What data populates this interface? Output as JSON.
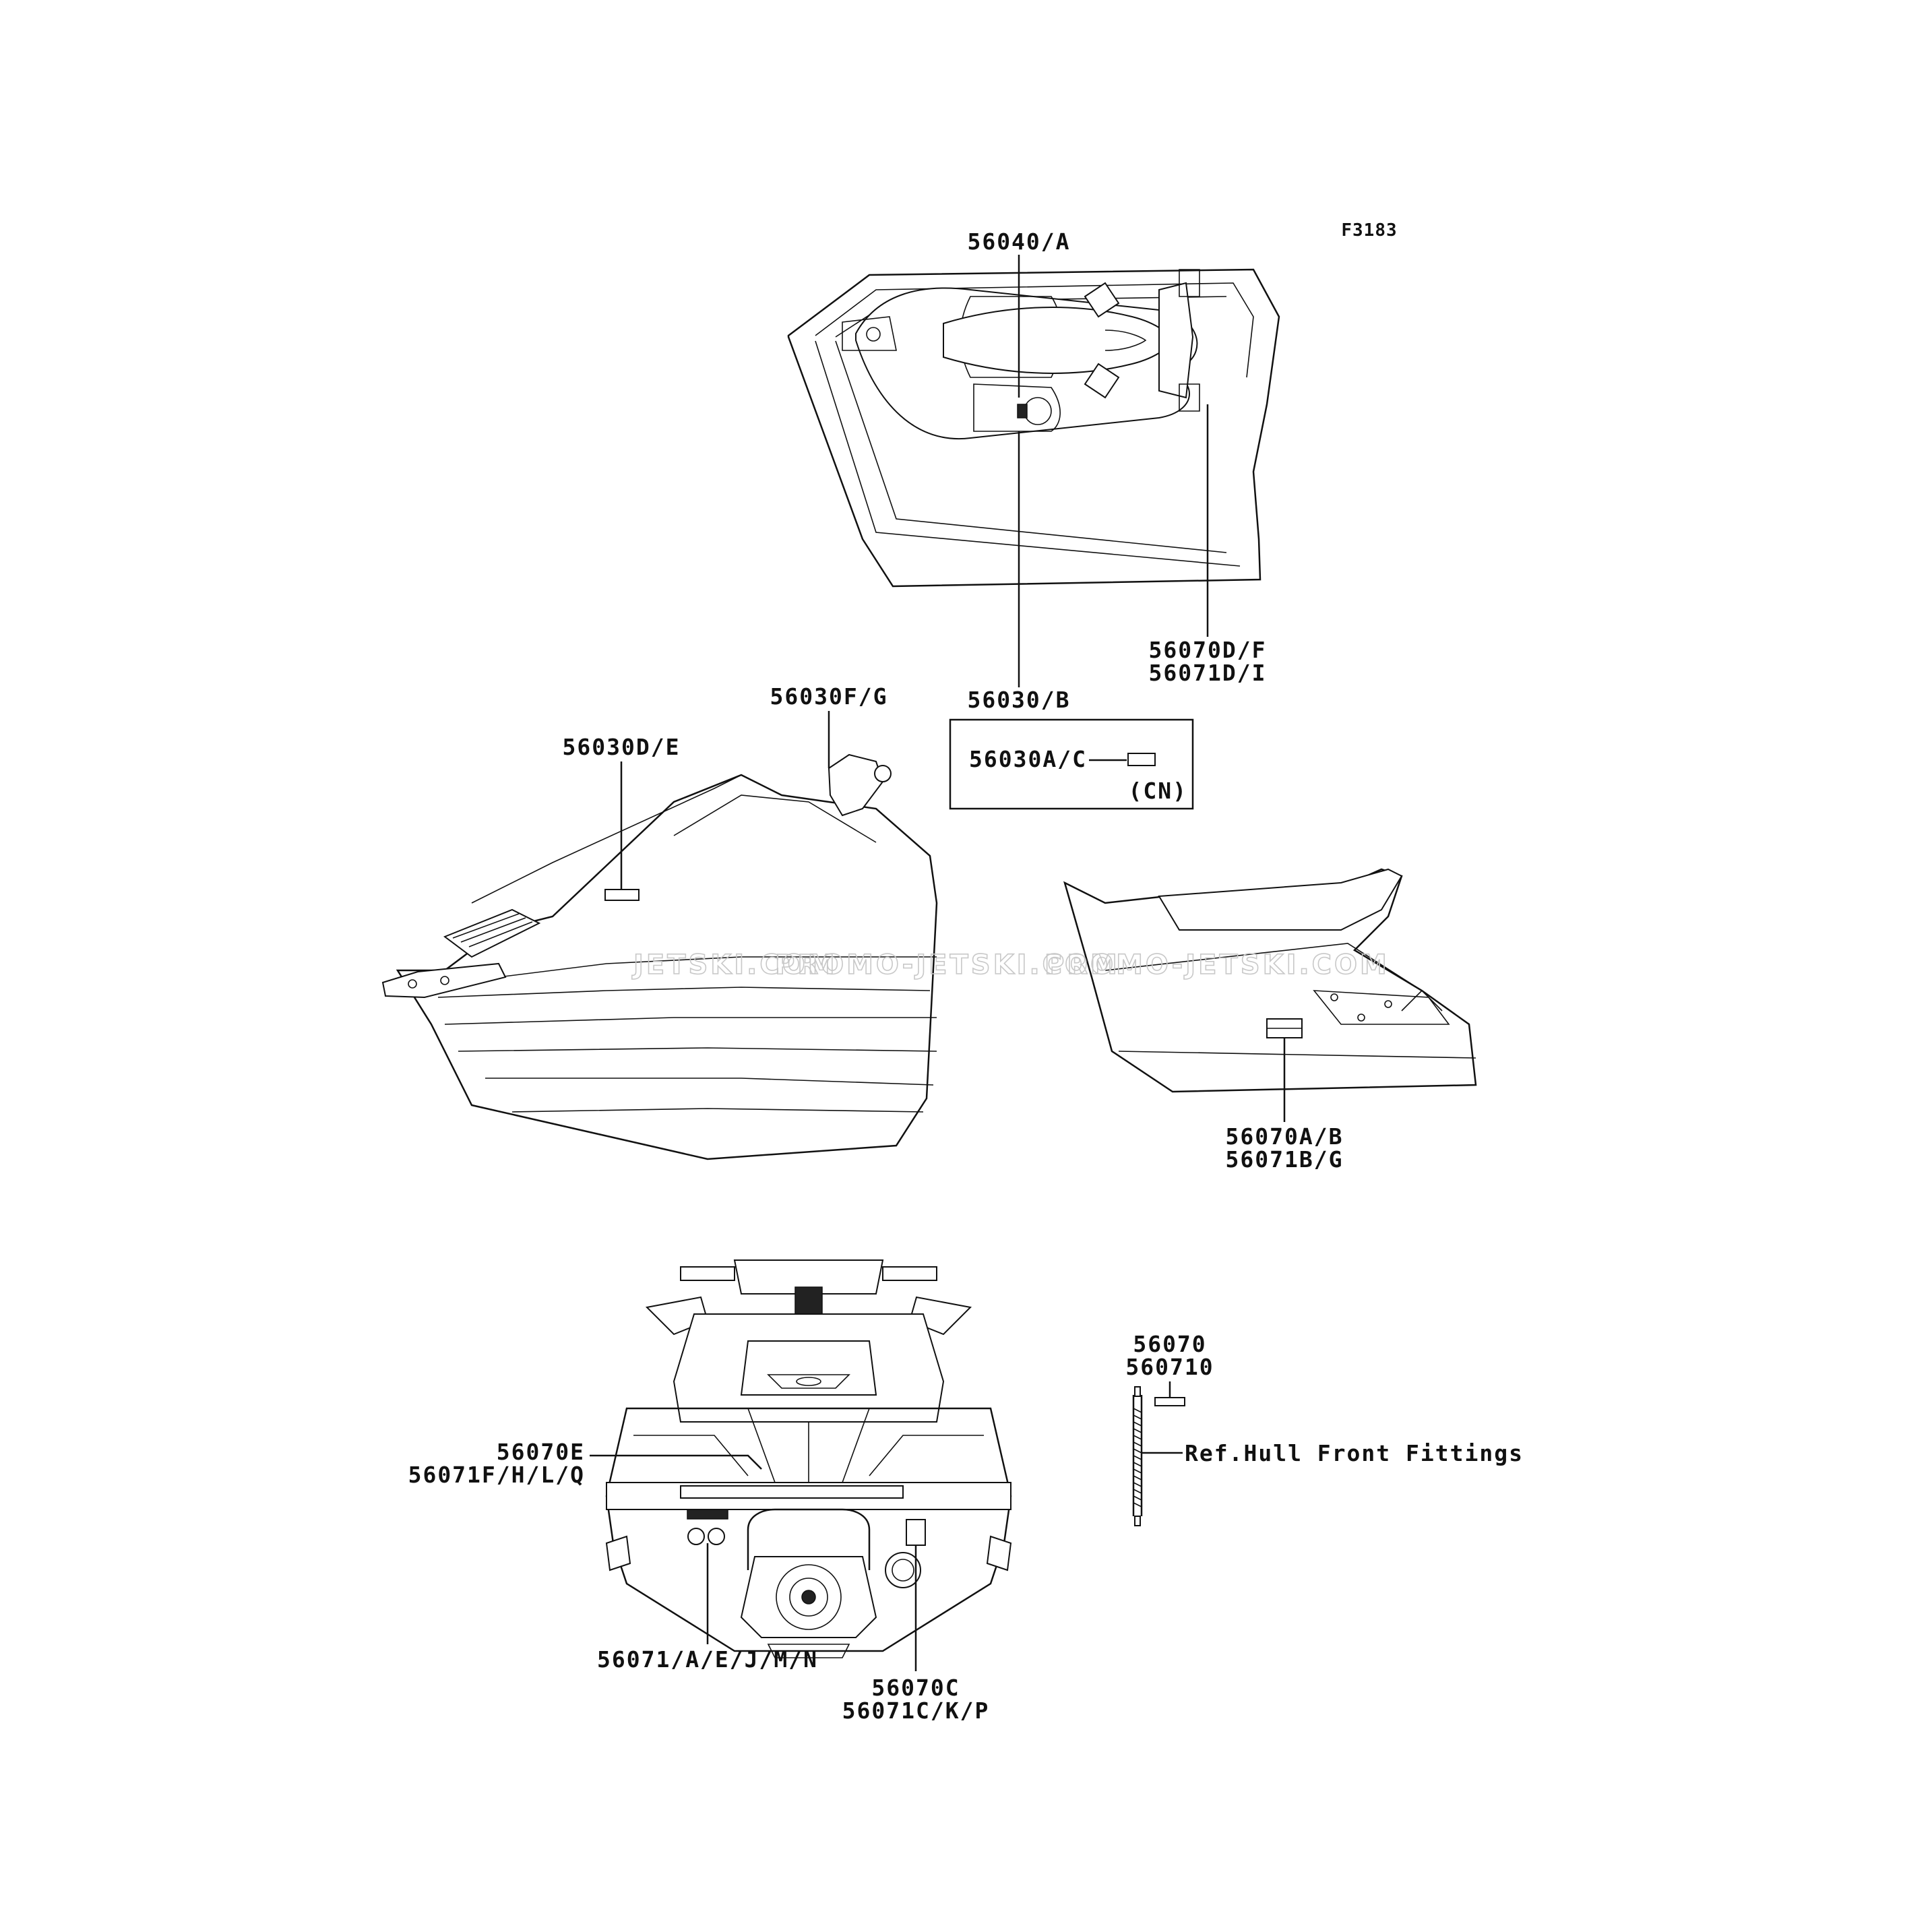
{
  "diagram_code": "F3183",
  "labels": {
    "top_center": "56040/A",
    "top_right_a": "56070D/F",
    "top_right_b": "56071D/I",
    "top_bottom": "56030/B",
    "box_part": "56030A/C",
    "box_region": "(CN)",
    "handlebar": "56030F/G",
    "side_left": "56030D/E",
    "side_right_a": "56070A/B",
    "side_right_b": "56071B/G",
    "rear_left_a": "56070E",
    "rear_left_b": "56071F/H/L/Q",
    "rear_bottom_left": "56071/A/E/J/M/N",
    "rear_bottom_right_a": "56070C",
    "rear_bottom_right_b": "56071C/K/P",
    "ref_part_a": "56070",
    "ref_part_b": "560710",
    "ref_note": "Ref.Hull Front Fittings"
  },
  "watermark": {
    "text_a": "JETSKI.COM",
    "text_b": "PROMO-JETSKI.COM",
    "text_c": "PROMO-JETSKI.COM"
  }
}
